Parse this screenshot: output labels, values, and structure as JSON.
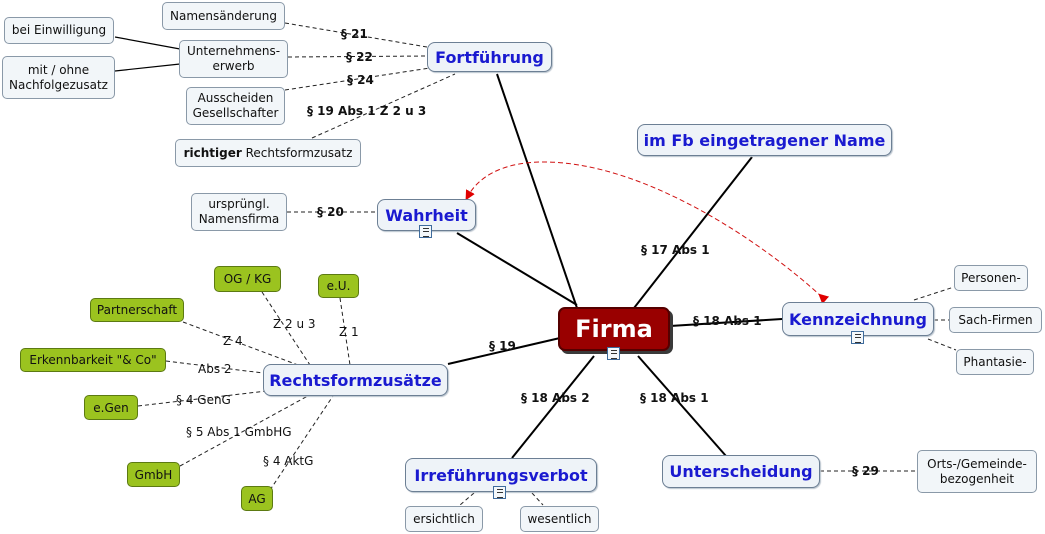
{
  "central": {
    "label": "Firma"
  },
  "topics": {
    "fortfuehrung": "Fortführung",
    "fb_name": "im Fb eingetragener Name",
    "wahrheit": "Wahrheit",
    "kennzeichnung": "Kennzeichnung",
    "rechtsform": "Rechtsformzusätze",
    "irrefuehrung": "Irreführungsverbot",
    "unterscheidung": "Unterscheidung"
  },
  "subs": {
    "namensaenderung": "Namensänderung",
    "einwilligung": "bei Einwilligung",
    "unternehmenserwerb": "Unternehmens-\nerwerb",
    "nachfolgezusatz": "mit / ohne\nNachfolgezusatz",
    "ausscheiden": "Ausscheiden\nGesellschafter",
    "richtiger_bold": "richtiger",
    "richtiger_rest": " Rechtsformzusatz",
    "namensfirma": "ursprüngl.\nNamensfirma",
    "personen": "Personen-",
    "sach": "Sach-Firmen",
    "phantasie": "Phantasie-",
    "orts": "Orts-/Gemeinde-\nbezogenheit",
    "ersichtlich": "ersichtlich",
    "wesentlich": "wesentlich"
  },
  "greens": {
    "og_kg": "OG / KG",
    "eu": "e.U.",
    "partnerschaft": "Partnerschaft",
    "erkennbarkeit": "Erkennbarkeit \"& Co\"",
    "egen": "e.Gen",
    "gmbh": "GmbH",
    "ag": "AG"
  },
  "labels": {
    "p21": "§ 21",
    "p22": "§ 22",
    "p24": "§ 24",
    "p19z": "§ 19 Abs 1 Z 2 u 3",
    "p20": "§ 20",
    "p17": "§ 17 Abs 1",
    "p18_1a": "§ 18 Abs 1",
    "p19": "§ 19",
    "p18_2": "§ 18 Abs 2",
    "p18_1b": "§ 18 Abs 1",
    "p29": "§ 29",
    "z23": "Z 2 u 3",
    "z1": "Z 1",
    "z4": "Z 4",
    "abs2": "Abs 2",
    "gengvg": "§ 4 GenG",
    "gmbhg": "§ 5 Abs 1 GmbHG",
    "aktg": "§ 4 AktG"
  },
  "colors": {
    "central": "#990000",
    "topic_text": "#1a1ad0",
    "green": "#9bc31f",
    "relationship": "#d01010"
  },
  "icons": [
    "note-icon"
  ]
}
